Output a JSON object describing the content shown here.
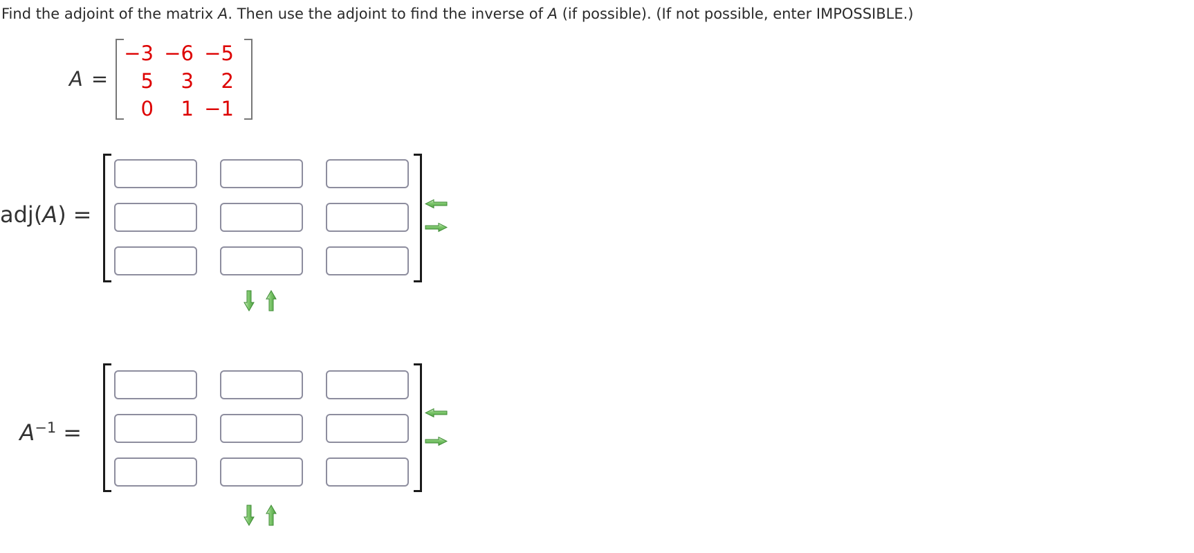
{
  "problem": {
    "text_before_var1": "Find the adjoint of the matrix ",
    "var1": "A",
    "text_between": ". Then use the adjoint to find the inverse of ",
    "var2": "A",
    "text_after": " (if possible). (If not possible, enter IMPOSSIBLE.)"
  },
  "matrix_a": {
    "var": "A",
    "equals": "=",
    "values": [
      [
        "−3",
        "−6",
        "−5"
      ],
      [
        "5",
        "3",
        "2"
      ],
      [
        "0",
        "1",
        "−1"
      ]
    ]
  },
  "adjoint": {
    "label_before_var": "adj(",
    "var": "A",
    "label_after_var": ")",
    "equals": "=",
    "cells": [
      [
        "",
        "",
        ""
      ],
      [
        "",
        "",
        ""
      ],
      [
        "",
        "",
        ""
      ]
    ]
  },
  "inverse": {
    "var": "A",
    "exponent": "−1",
    "equals": "=",
    "cells": [
      [
        "",
        "",
        ""
      ],
      [
        "",
        "",
        ""
      ],
      [
        "",
        "",
        ""
      ]
    ]
  },
  "icons": {
    "side_controls": [
      "left-arrow-icon",
      "right-arrow-icon"
    ],
    "bottom_controls": [
      "down-arrow-icon",
      "up-arrow-icon"
    ]
  },
  "colors": {
    "matrix_value_red": "#dd0000",
    "arrow_green": "#5aaf4c",
    "arrow_outline_green": "#3c8a33",
    "input_border": "#8d8d9e",
    "bracket_dark": "#1b1b1b",
    "bracket_gray": "#777777",
    "text": "#2a2a2a"
  }
}
